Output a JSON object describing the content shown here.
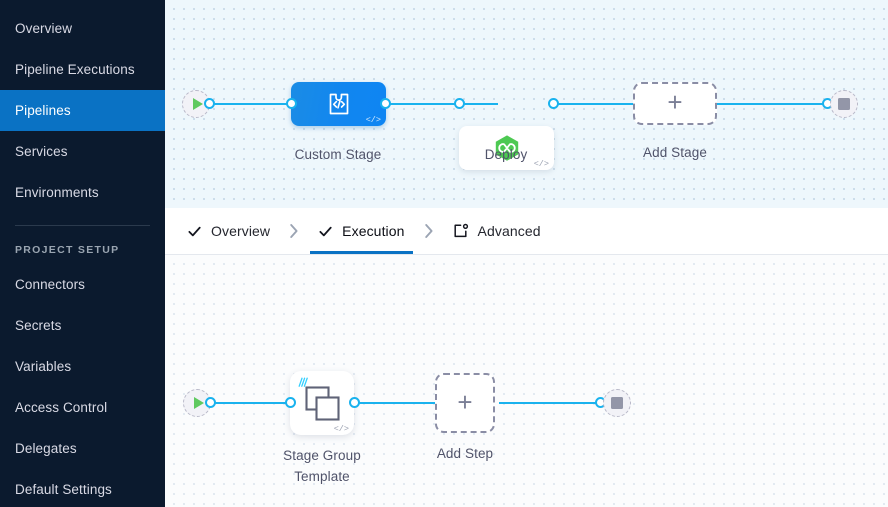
{
  "sidebar": {
    "items": [
      {
        "label": "Overview",
        "active": false
      },
      {
        "label": "Pipeline Executions",
        "active": false
      },
      {
        "label": "Pipelines",
        "active": true
      },
      {
        "label": "Services",
        "active": false
      },
      {
        "label": "Environments",
        "active": false
      }
    ],
    "section_title": "PROJECT SETUP",
    "setup_items": [
      {
        "label": "Connectors"
      },
      {
        "label": "Secrets"
      },
      {
        "label": "Variables"
      },
      {
        "label": "Access Control"
      },
      {
        "label": "Delegates"
      },
      {
        "label": "Default Settings"
      }
    ]
  },
  "tabs": [
    {
      "label": "Overview",
      "icon": "check-icon",
      "active": false
    },
    {
      "label": "Execution",
      "icon": "check-icon",
      "active": true
    },
    {
      "label": "Advanced",
      "icon": "advanced-icon",
      "active": false
    }
  ],
  "stage_graph": {
    "start_node": "start-node",
    "end_node": "stop-node",
    "nodes": [
      {
        "label": "Custom Stage",
        "icon": "custom-stage-icon",
        "badge": "</>",
        "type": "custom"
      },
      {
        "label": "Deploy",
        "icon": "deploy-cd-icon",
        "badge": "</>",
        "type": "white"
      }
    ],
    "add_node_label": "Add Stage",
    "add_node_glyph": "+"
  },
  "step_graph": {
    "start_node": "start-node",
    "end_node": "stop-node",
    "nodes": [
      {
        "label": "Stage Group\nTemplate",
        "icon": "stage-group-template-icon",
        "badge": "</>"
      }
    ],
    "add_node_label": "Add Step",
    "add_node_glyph": "+"
  },
  "colors": {
    "accent": "#0a72c4",
    "connector": "#19b2ee",
    "sidebar_bg": "#0b1a2e",
    "stage_blue": "#1186f0",
    "deploy_green": "#4dc952",
    "start_green": "#5fc95f",
    "stop_grey": "#9396a8"
  }
}
